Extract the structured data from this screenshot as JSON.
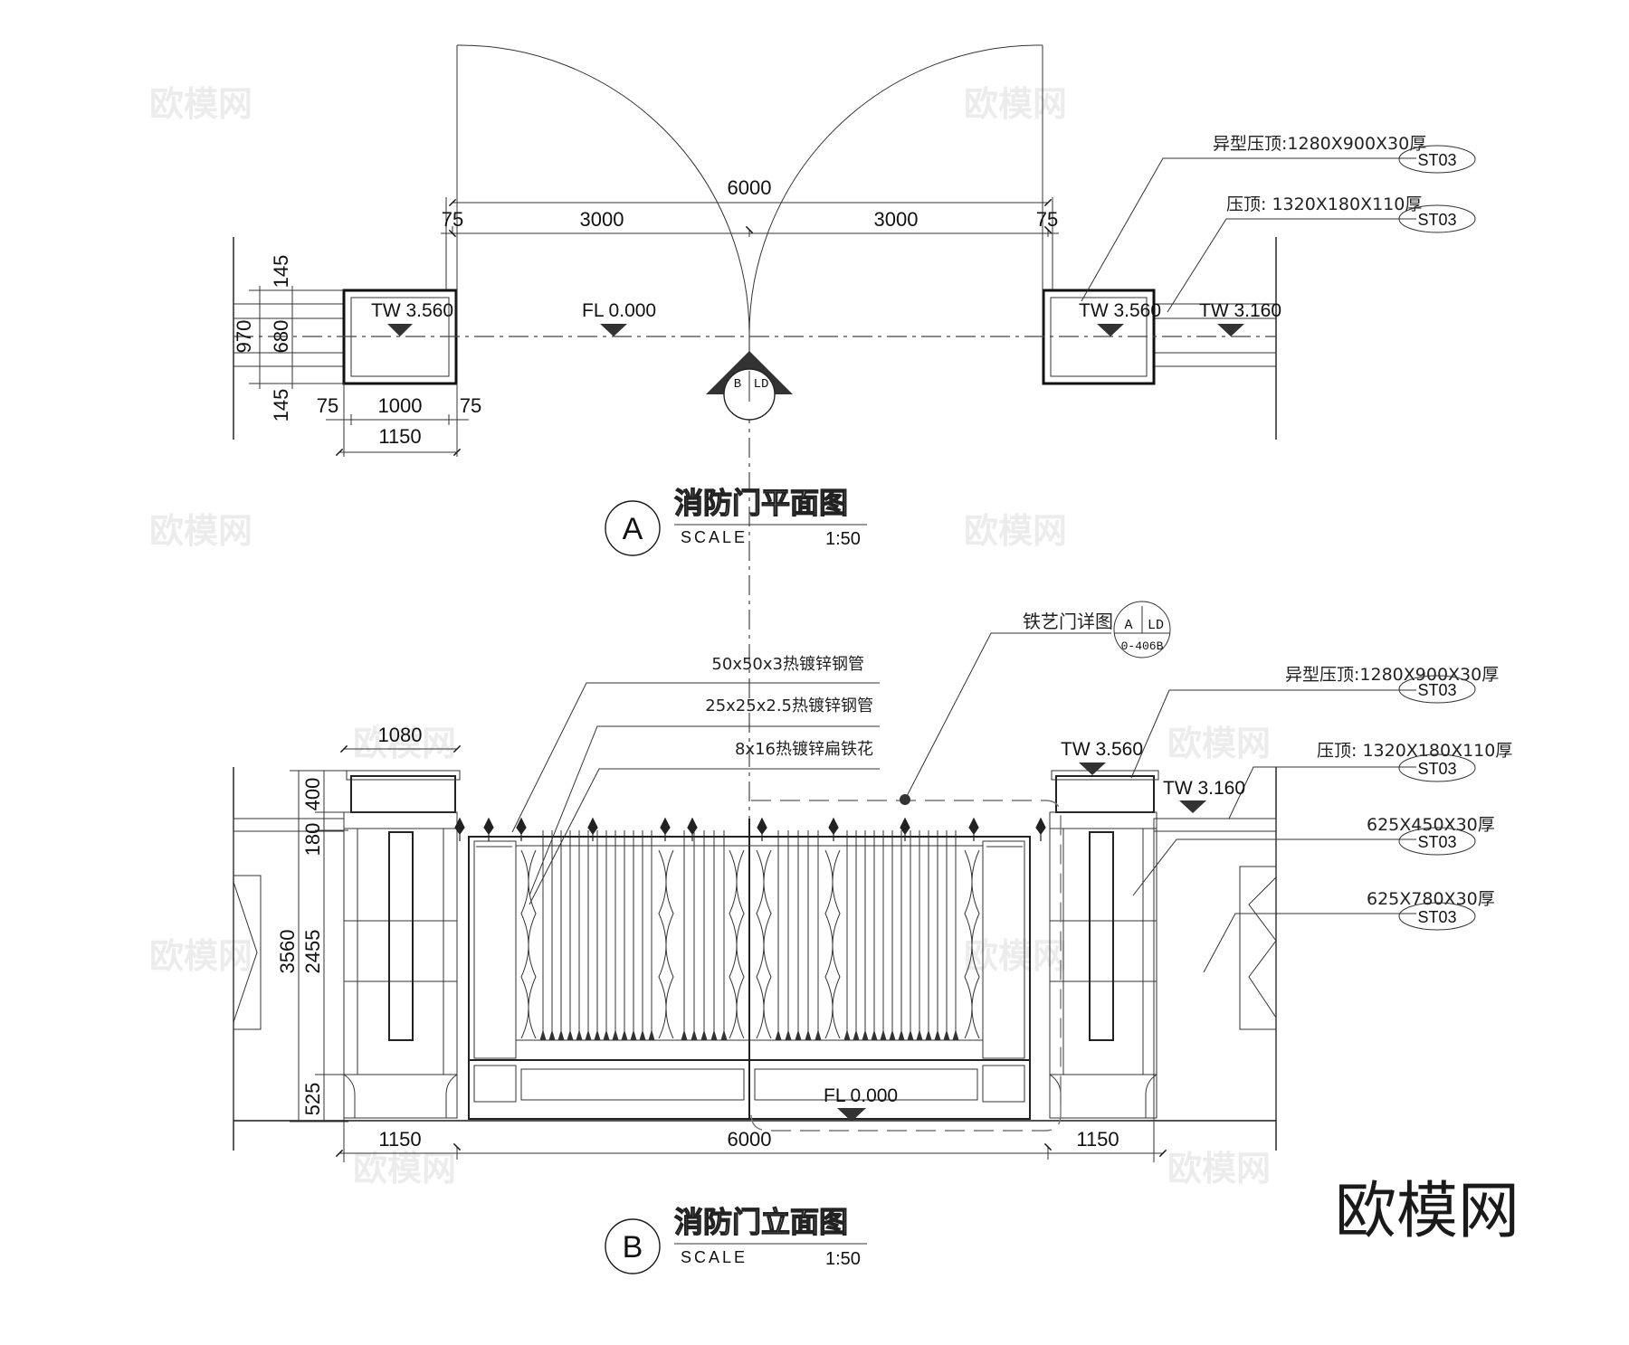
{
  "plan": {
    "dim_total": "6000",
    "dim_left_half": "3000",
    "dim_right_half": "3000",
    "dim_left_gap": "75",
    "dim_right_gap": "75",
    "dim_pillar_inner": "1000",
    "dim_pillar_side_l": "75",
    "dim_pillar_side_r": "75",
    "dim_pillar_total": "1150",
    "dim_v_top": "145",
    "dim_v_mid": "680",
    "dim_v_bottom": "145",
    "dim_v_total": "970",
    "level_left_pillar": "TW 3.560",
    "level_floor": "FL 0.000",
    "level_right_pillar": "TW 3.560",
    "level_right_wall": "TW 3.160",
    "callout_top_text": "异型压顶:1280X900X30厚",
    "callout_top_tag": "ST03",
    "callout_second_text": "压顶: 1320X180X110厚",
    "callout_second_tag": "ST03",
    "section_marker_left": "B",
    "section_marker_right": "LD",
    "title_letter": "A",
    "title": "消防门平面图",
    "scale_label": "SCALE",
    "scale_value": "1:50"
  },
  "elevation": {
    "note_1": "50x50x3热镀锌钢管",
    "note_2": "25x25x2.5热镀锌钢管",
    "note_3": "8x16热镀锌扁铁花",
    "detail_note": "铁艺门详图",
    "detail_letter": "A",
    "detail_ref_top": "LD",
    "detail_ref_bottom": "0-406B",
    "callout_1_text": "异型压顶:1280X900X30厚",
    "callout_1_tag": "ST03",
    "callout_2_text": "压顶: 1320X180X110厚",
    "callout_2_tag": "ST03",
    "callout_3_text": "625X450X30厚",
    "callout_3_tag": "ST03",
    "callout_4_text": "625X780X30厚",
    "callout_4_tag": "ST03",
    "level_pillar": "TW 3.560",
    "level_wall": "TW 3.160",
    "level_floor": "FL 0.000",
    "dim_cap_width": "1080",
    "dim_v_cap": "400",
    "dim_v_band": "180",
    "dim_v_body": "2455",
    "dim_v_total": "3560",
    "dim_v_base": "525",
    "dim_bottom_left": "1150",
    "dim_bottom_mid": "6000",
    "dim_bottom_right": "1150",
    "title_letter": "B",
    "title": "消防门立面图",
    "scale_label": "SCALE",
    "scale_value": "1:50"
  },
  "logo": "欧模网"
}
